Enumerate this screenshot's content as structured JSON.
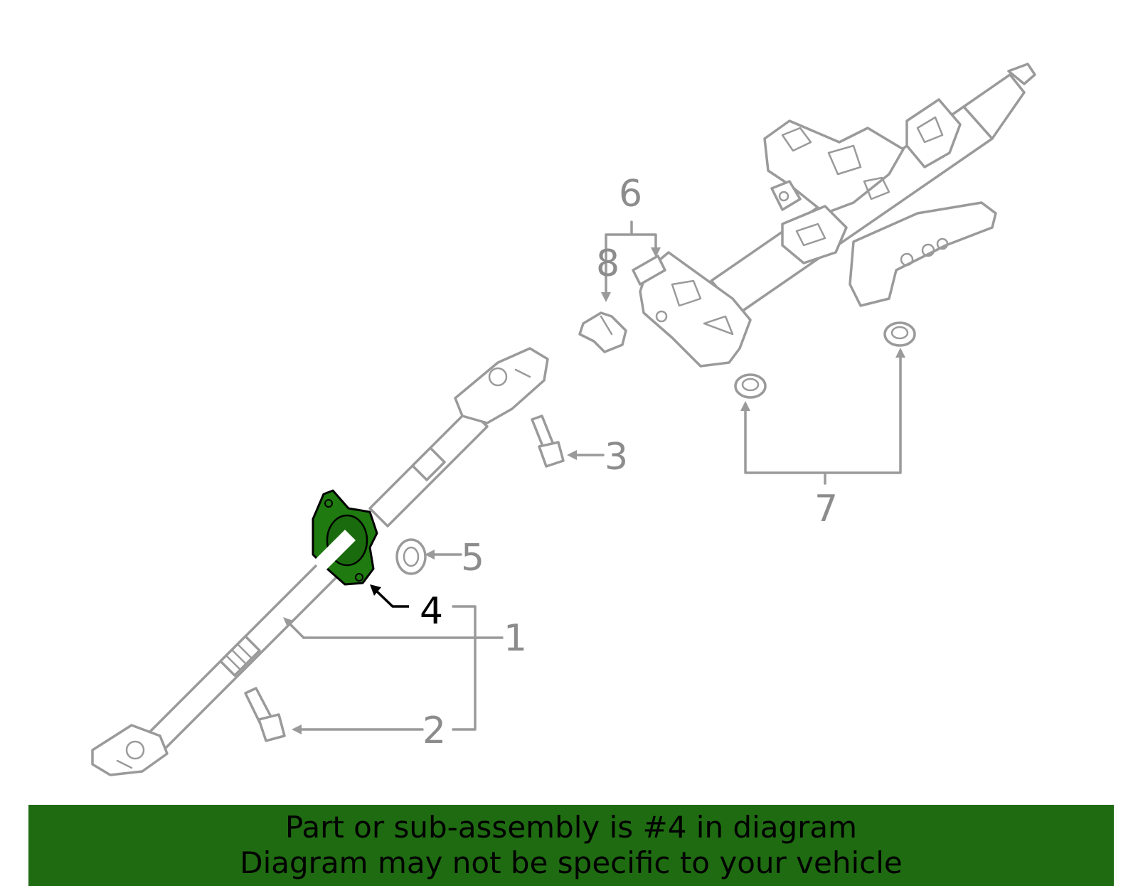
{
  "callouts": {
    "c1": "1",
    "c2": "2",
    "c3": "3",
    "c4": "4",
    "c5": "5",
    "c6": "6",
    "c7": "7",
    "c8": "8"
  },
  "highlight": {
    "part_number": "4",
    "color": "#1f7a10"
  },
  "banner": {
    "line1": "Part or sub-assembly is #4 in diagram",
    "line2": "Diagram may not be specific to your vehicle",
    "background": "#1f6b12"
  }
}
